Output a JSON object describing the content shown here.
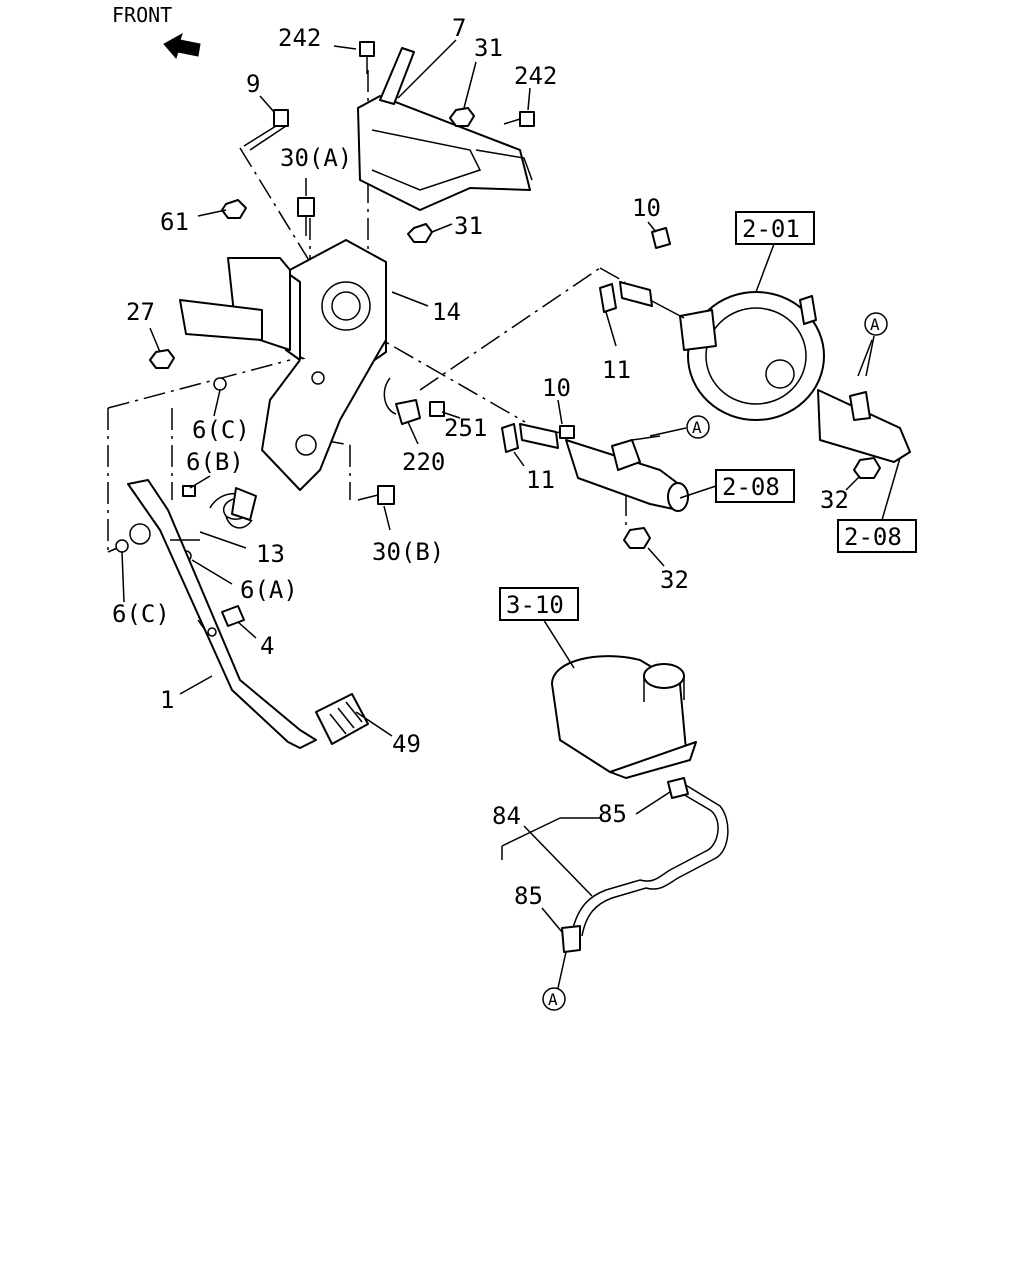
{
  "front_label": "FRONT",
  "callouts": {
    "c242a": "242",
    "c7": "7",
    "c31a": "31",
    "c242b": "242",
    "c9": "9",
    "c30a": "30(A)",
    "c61": "61",
    "c31b": "31",
    "c10a": "10",
    "c14": "14",
    "c27": "27",
    "c11a": "11",
    "c10b": "10",
    "c6c_top": "6(C)",
    "c251": "251",
    "c220": "220",
    "c11b": "11",
    "c6b": "6(B)",
    "c13": "13",
    "c30b": "30(B)",
    "c32a": "32",
    "c32b": "32",
    "c6a": "6(A)",
    "c6c_bot": "6(C)",
    "c4": "4",
    "c1": "1",
    "c49": "49",
    "c84": "84",
    "c85a": "85",
    "c85b": "85"
  },
  "reference_boxes": {
    "r201": "2-01",
    "r208a": "2-08",
    "r208b": "2-08",
    "r310": "3-10"
  },
  "connector_marks": {
    "a1": "A",
    "a2": "A",
    "a3": "A"
  }
}
